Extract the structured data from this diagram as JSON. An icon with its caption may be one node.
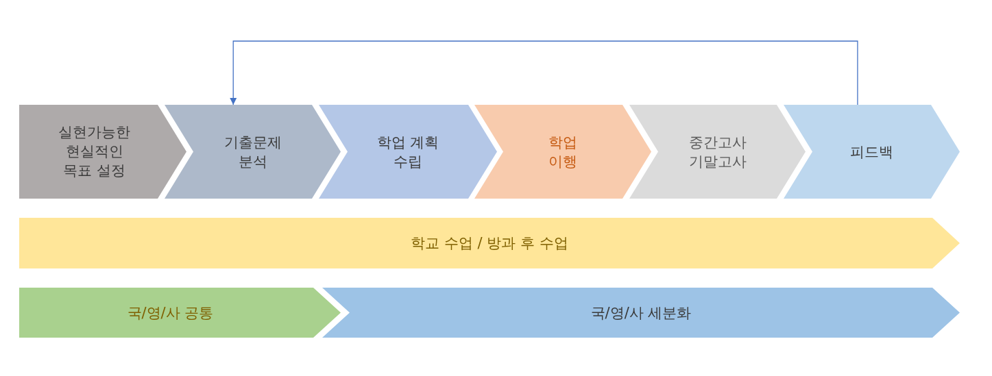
{
  "diagram": {
    "nodes": [
      {
        "text": [
          "실현가능한 현실적인 목표 설정"
        ]
      },
      {
        "text": [
          "기출문제 분석"
        ]
      },
      {
        "text": [
          "학업 계획 수립"
        ]
      },
      {
        "text": [
          "학업 이행"
        ]
      },
      {
        "text": [
          "중간고사 기말고사"
        ]
      },
      {
        "text": [
          "피드백"
        ]
      },
      {
        "text": [
          "학교 수업 / 방과 후 수업"
        ]
      },
      {
        "text": [
          "국/영/사 공통"
        ]
      },
      {
        "text": [
          "국/영/사 세분화"
        ]
      }
    ],
    "edges": [
      {
        "from": 5,
        "to": 1,
        "arrow": "to"
      }
    ]
  }
}
